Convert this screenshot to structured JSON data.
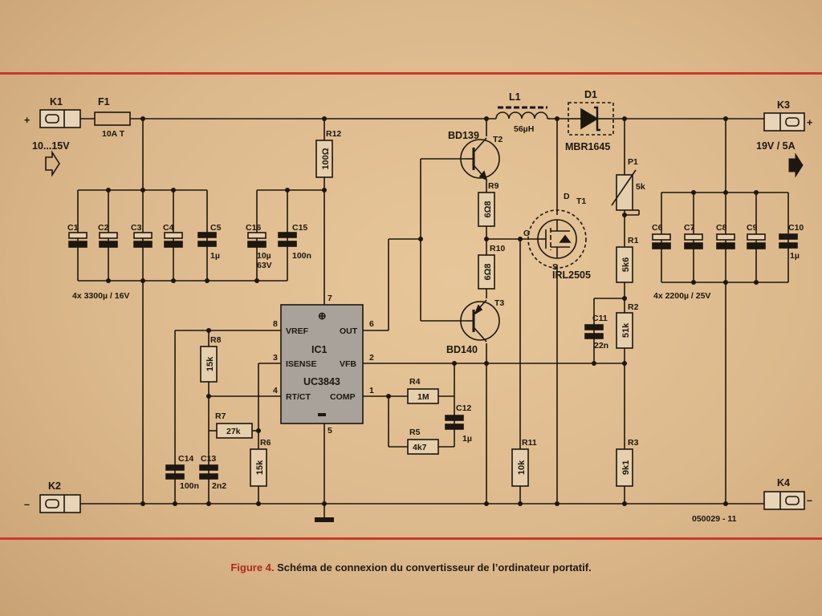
{
  "caption": {
    "figure": "Figure 4.",
    "text": " Schéma de connexion du convertisseur de l’ordinateur portatif."
  },
  "reference": "050029 - 11",
  "terminals": {
    "k1": {
      "name": "K1",
      "sign": "+",
      "voltage": "10...15V"
    },
    "k2": {
      "name": "K2",
      "sign": "–"
    },
    "k3": {
      "name": "K3",
      "sign": "+",
      "voltage": "19V / 5A"
    },
    "k4": {
      "name": "K4",
      "sign": "–"
    }
  },
  "fuse": {
    "name": "F1",
    "value": "10A T"
  },
  "inductor": {
    "name": "L1",
    "value": "56µH"
  },
  "diode": {
    "name": "D1",
    "value": "MBR1645"
  },
  "mosfet": {
    "name": "T1",
    "value": "IRL2505",
    "d": "D",
    "g": "G",
    "s": "S"
  },
  "t2": {
    "name": "T2",
    "value": "BD139"
  },
  "t3": {
    "name": "T3",
    "value": "BD140"
  },
  "ic": {
    "name": "IC1",
    "value": "UC3843",
    "plus": "⊕",
    "pins": {
      "vref": "VREF",
      "isense": "ISENSE",
      "rtct": "RT/CT",
      "out": "OUT",
      "vfb": "VFB",
      "comp": "COMP",
      "n8": "8",
      "n3": "3",
      "n4": "4",
      "n6": "6",
      "n2": "2",
      "n1": "1",
      "n7": "7",
      "n5": "5"
    }
  },
  "input_caps": {
    "c1": "C1",
    "c2": "C2",
    "c3": "C3",
    "c4": "C4",
    "c5": "C5",
    "c5_value": "1µ",
    "c16": "C16",
    "c16_value1": "10µ",
    "c16_value2": "63V",
    "c15": "C15",
    "c15_value": "100n",
    "note": "4x 3300µ / 16V"
  },
  "output_caps": {
    "c6": "C6",
    "c7": "C7",
    "c8": "C8",
    "c9": "C9",
    "c10": "C10",
    "c10_value": "1µ",
    "note": "4x 2200µ / 25V"
  },
  "resistors": {
    "r12": {
      "name": "R12",
      "value": "100Ω"
    },
    "r9": {
      "name": "R9",
      "value": "6Ω8"
    },
    "r10": {
      "name": "R10",
      "value": "6Ω8"
    },
    "r8": {
      "name": "R8",
      "value": "15k"
    },
    "r7": {
      "name": "R7",
      "value": "27k"
    },
    "r6": {
      "name": "R6",
      "value": "15k"
    },
    "r4": {
      "name": "R4",
      "value": "1M"
    },
    "r5": {
      "name": "R5",
      "value": "4k7"
    },
    "r11": {
      "name": "R11",
      "value": "10k"
    },
    "r1": {
      "name": "R1",
      "value": "5k6"
    },
    "r2": {
      "name": "R2",
      "value": "51k"
    },
    "r3": {
      "name": "R3",
      "value": "9k1"
    },
    "p1": {
      "name": "P1",
      "value": "5k"
    }
  },
  "caps_misc": {
    "c11": {
      "name": "C11",
      "value": "22n"
    },
    "c12": {
      "name": "C12",
      "value": "1µ"
    },
    "c13": {
      "name": "C13",
      "value": "2n2"
    },
    "c14": {
      "name": "C14",
      "value": "100n"
    }
  },
  "colors": {
    "ink": "#1d1710",
    "paper": "#e3c293",
    "rule": "#c93a2c",
    "figure": "#b3261e"
  }
}
